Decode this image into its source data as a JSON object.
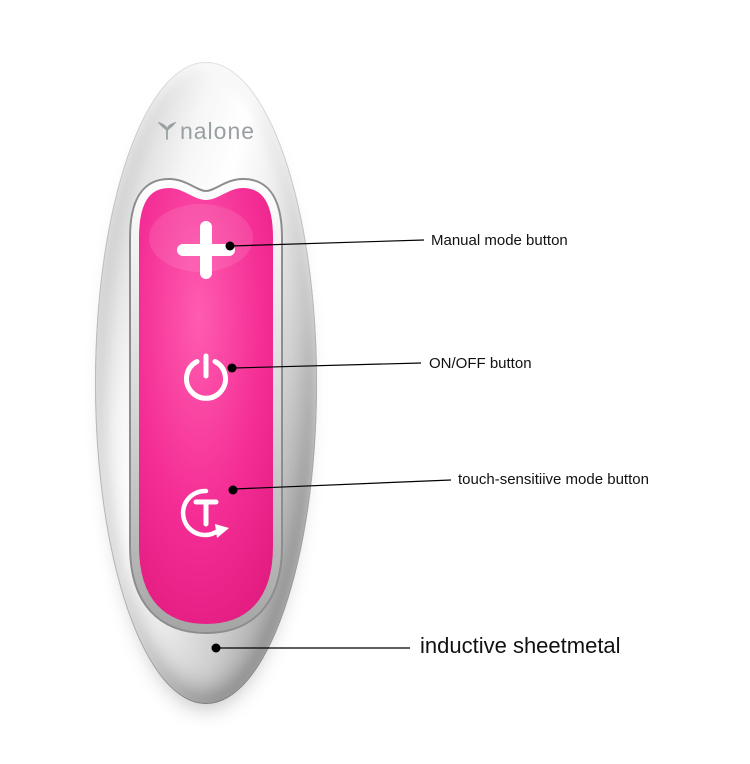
{
  "brand": {
    "name": "nalone"
  },
  "device": {
    "type": "remote-control-product-diagram",
    "buttons": [
      {
        "icon": "plus-icon",
        "label": "Manual mode button"
      },
      {
        "icon": "power-icon",
        "label": "ON/OFF button"
      },
      {
        "icon": "touch-mode-icon",
        "label": "touch-sensitiive mode button"
      }
    ],
    "footer": {
      "label": "inductive sheetmetal"
    }
  },
  "colors": {
    "panel_pink": "#f42e95",
    "panel_pink_dark": "#e01a7e",
    "panel_pink_light": "#ff5cb0",
    "body_silver_light": "#f6f6f6",
    "body_silver_dark": "#7f7f7f",
    "brand_gray": "#99a0a2",
    "callout_line": "#000000",
    "label_text": "#111111",
    "background": "#ffffff"
  }
}
